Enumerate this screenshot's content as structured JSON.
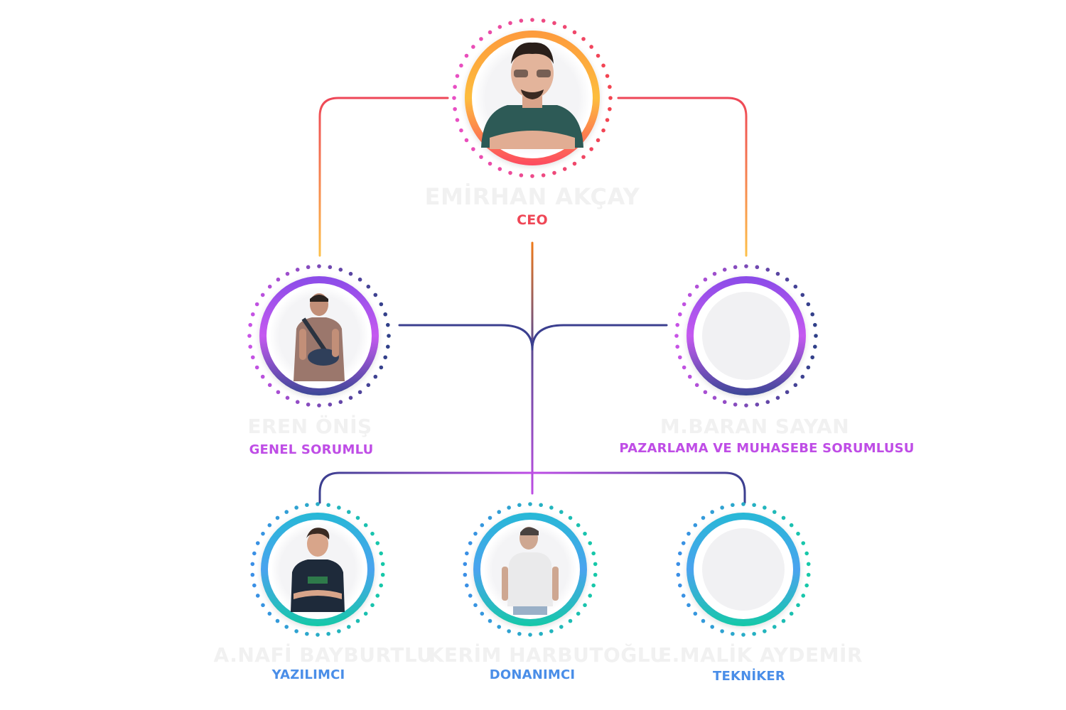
{
  "chart": {
    "members": {
      "ceo": {
        "name": "EMİRHAN AKÇAY",
        "role": "CEO"
      },
      "eren": {
        "name": "EREN ÖNİŞ",
        "role": "GENEL SORUMLU"
      },
      "baran": {
        "name": "M.BARAN SAYAN",
        "role": "PAZARLAMA VE MUHASEBE SORUMLUSU"
      },
      "nafi": {
        "name": "A.NAFİ BAYBURTLU",
        "role": "YAZILIMCI"
      },
      "kerim": {
        "name": "KERİM HARBUTOĞLU",
        "role": "DONANIMCI"
      },
      "malik": {
        "name": "E.MALİK AYDEMİR",
        "role": "TEKNİKER"
      }
    },
    "colors": {
      "ceo_role": "#ef4756",
      "mid_role": "#bf4de6",
      "bottom_role": "#4a8ee8",
      "name_text": "#f1f1f1",
      "line_navy": "#3b3f8f",
      "line_purple": "#b153e8",
      "line_red": "#ee4657",
      "line_orange": "#fdc04a",
      "ring_ceo_top": "#fd7a3e",
      "ring_ceo_bottom": "#fd4a5f",
      "ring_mid_top": "#a04ff0",
      "ring_mid_bottom": "#3c4796",
      "ring_bottom_top": "#4aa3ef",
      "ring_bottom_bottom": "#16c8a8"
    }
  }
}
